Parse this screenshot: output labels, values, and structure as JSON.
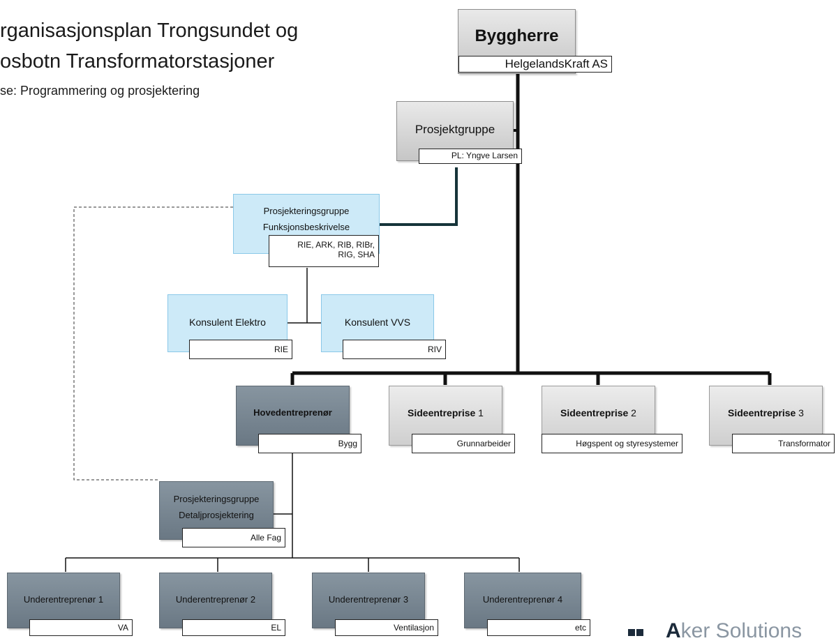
{
  "title": {
    "line1": "rganisasjonsplan Trongsundet og",
    "line2": "osbotn Transformatorstasjoner",
    "line3": "se: Programmering og prosjektering"
  },
  "nodes": {
    "byggherre": {
      "label": "Byggherre",
      "sub": "HelgelandsKraft AS"
    },
    "prosjektgruppe": {
      "label": "Prosjektgruppe",
      "sub": "PL: Yngve Larsen"
    },
    "prosj_funksjon": {
      "label_line1": "Prosjekteringsgruppe",
      "label_line2": "Funksjonsbeskrivelse",
      "sub_line1": "RIE, ARK, RIB, RIBr,",
      "sub_line2": "RIG, SHA"
    },
    "konsulent_elektro": {
      "label": "Konsulent Elektro",
      "sub": "RIE"
    },
    "konsulent_vvs": {
      "label": "Konsulent VVS",
      "sub": "RIV"
    },
    "hovedentreprenor": {
      "label": "Hovedentreprenør",
      "sub": "Bygg"
    },
    "sideentreprise_1": {
      "label_bold": "Sideentreprise",
      "label_num": "1",
      "sub": "Grunnarbeider"
    },
    "sideentreprise_2": {
      "label_bold": "Sideentreprise",
      "label_num": "2",
      "sub": "Høgspent og styresystemer"
    },
    "sideentreprise_3": {
      "label_bold": "Sideentreprise",
      "label_num": "3",
      "sub": "Transformator"
    },
    "prosj_detalj": {
      "label_line1": "Prosjekteringsgruppe",
      "label_line2": "Detaljprosjektering",
      "sub": "Alle Fag"
    },
    "underentreprenor_1": {
      "label": "Underentreprenør 1",
      "sub": "VA"
    },
    "underentreprenor_2": {
      "label": "Underentreprenør 2",
      "sub": "EL"
    },
    "underentreprenor_3": {
      "label": "Underentreprenør 3",
      "sub": "Ventilasjon"
    },
    "underentreprenor_4": {
      "label": "Underentreprenør 4",
      "sub": "etc"
    }
  },
  "logo": {
    "bold": "A",
    "rest": "ker Solutions",
    "colors": {
      "dark": "#1b2a3a",
      "accent": "#f39c12",
      "light": "#8a96a2"
    }
  },
  "colors": {
    "line": "#111111",
    "teal_line": "#16343a",
    "gray_box": "#d6d6d6",
    "blue_box": "#cdeaf8",
    "dark_box": "#75838e"
  }
}
